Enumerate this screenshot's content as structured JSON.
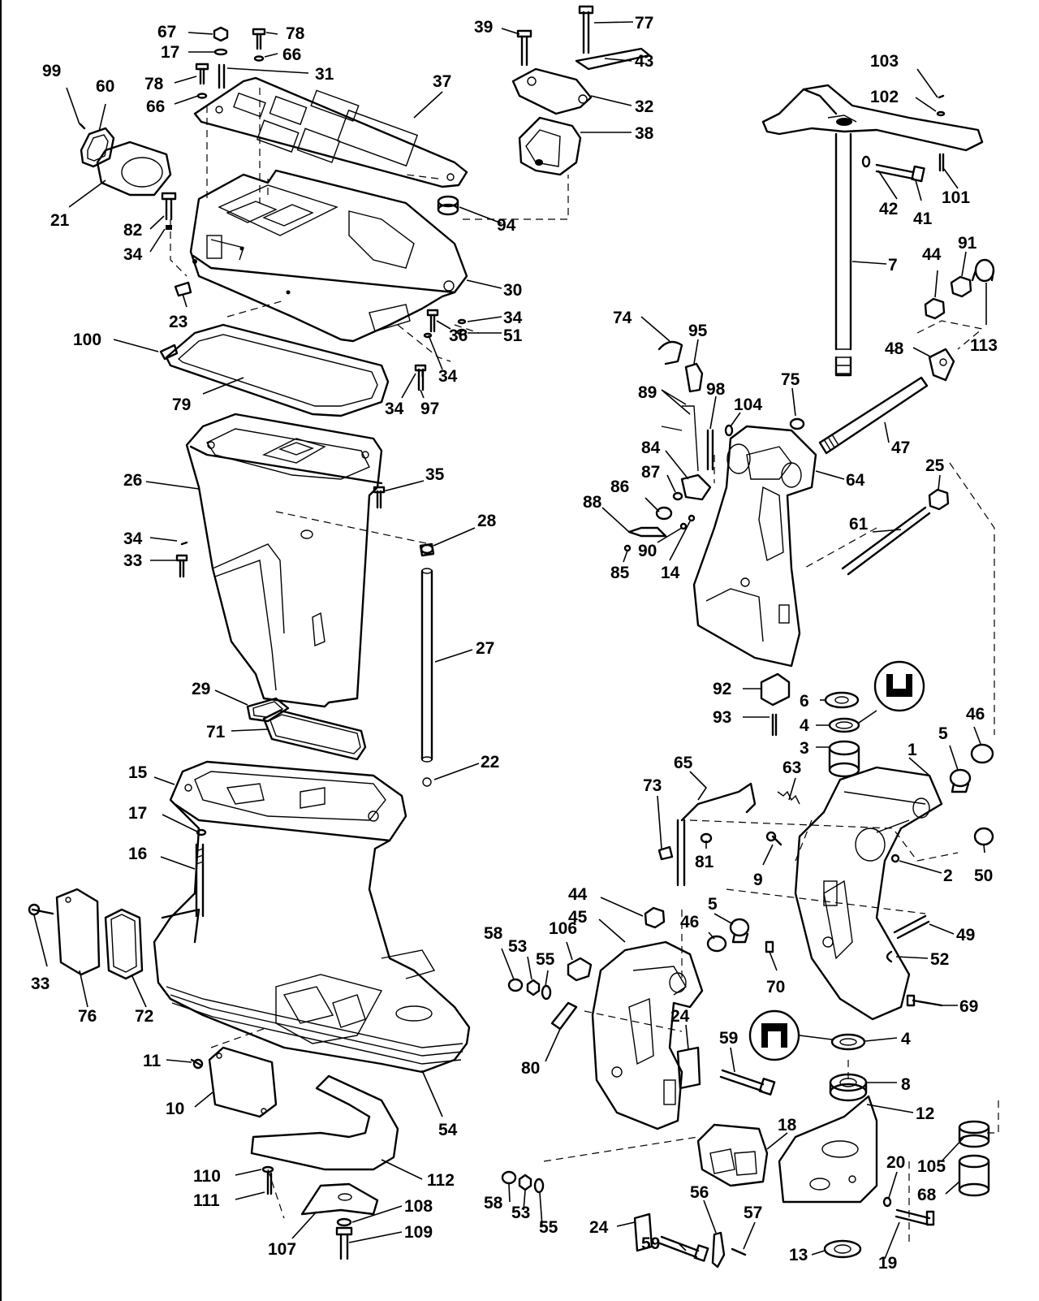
{
  "diagram": {
    "labels": [
      {
        "key": "l67",
        "text": "67"
      },
      {
        "key": "l78a",
        "text": "78"
      },
      {
        "key": "l17a",
        "text": "17"
      },
      {
        "key": "l66a",
        "text": "66"
      },
      {
        "key": "l31",
        "text": "31"
      },
      {
        "key": "l78b",
        "text": "78"
      },
      {
        "key": "l66b",
        "text": "66"
      },
      {
        "key": "l99",
        "text": "99"
      },
      {
        "key": "l60",
        "text": "60"
      },
      {
        "key": "l21",
        "text": "21"
      },
      {
        "key": "l37",
        "text": "37"
      },
      {
        "key": "l39",
        "text": "39"
      },
      {
        "key": "l77",
        "text": "77"
      },
      {
        "key": "l43",
        "text": "43"
      },
      {
        "key": "l32",
        "text": "32"
      },
      {
        "key": "l38",
        "text": "38"
      },
      {
        "key": "l103",
        "text": "103"
      },
      {
        "key": "l102",
        "text": "102"
      },
      {
        "key": "l101",
        "text": "101"
      },
      {
        "key": "l42",
        "text": "42"
      },
      {
        "key": "l41",
        "text": "41"
      },
      {
        "key": "l7",
        "text": "7"
      },
      {
        "key": "l44a",
        "text": "44"
      },
      {
        "key": "l91",
        "text": "91"
      },
      {
        "key": "l113",
        "text": "113"
      },
      {
        "key": "l48",
        "text": "48"
      },
      {
        "key": "l82",
        "text": "82"
      },
      {
        "key": "l34a",
        "text": "34"
      },
      {
        "key": "l94",
        "text": "94"
      },
      {
        "key": "l30",
        "text": "30"
      },
      {
        "key": "l23",
        "text": "23"
      },
      {
        "key": "l34b",
        "text": "34"
      },
      {
        "key": "l51",
        "text": "51"
      },
      {
        "key": "l36",
        "text": "36"
      },
      {
        "key": "l100",
        "text": "100"
      },
      {
        "key": "l34c",
        "text": "34"
      },
      {
        "key": "l79",
        "text": "79"
      },
      {
        "key": "l34d",
        "text": "34"
      },
      {
        "key": "l97",
        "text": "97"
      },
      {
        "key": "l74",
        "text": "74"
      },
      {
        "key": "l95",
        "text": "95"
      },
      {
        "key": "l89",
        "text": "89"
      },
      {
        "key": "l98",
        "text": "98"
      },
      {
        "key": "l104",
        "text": "104"
      },
      {
        "key": "l75",
        "text": "75"
      },
      {
        "key": "l47",
        "text": "47"
      },
      {
        "key": "l84",
        "text": "84"
      },
      {
        "key": "l87",
        "text": "87"
      },
      {
        "key": "l86",
        "text": "86"
      },
      {
        "key": "l88",
        "text": "88"
      },
      {
        "key": "l64",
        "text": "64"
      },
      {
        "key": "l25",
        "text": "25"
      },
      {
        "key": "l61",
        "text": "61"
      },
      {
        "key": "l90",
        "text": "90"
      },
      {
        "key": "l14",
        "text": "14"
      },
      {
        "key": "l85",
        "text": "85"
      },
      {
        "key": "l26",
        "text": "26"
      },
      {
        "key": "l35",
        "text": "35"
      },
      {
        "key": "l28",
        "text": "28"
      },
      {
        "key": "l34e",
        "text": "34"
      },
      {
        "key": "l33a",
        "text": "33"
      },
      {
        "key": "l27",
        "text": "27"
      },
      {
        "key": "l29",
        "text": "29"
      },
      {
        "key": "l71",
        "text": "71"
      },
      {
        "key": "l22",
        "text": "22"
      },
      {
        "key": "l92",
        "text": "92"
      },
      {
        "key": "l6",
        "text": "6"
      },
      {
        "key": "l4a",
        "text": "4"
      },
      {
        "key": "l93",
        "text": "93"
      },
      {
        "key": "l3",
        "text": "3"
      },
      {
        "key": "l46a",
        "text": "46"
      },
      {
        "key": "l5a",
        "text": "5"
      },
      {
        "key": "l1",
        "text": "1"
      },
      {
        "key": "l65",
        "text": "65"
      },
      {
        "key": "l63",
        "text": "63"
      },
      {
        "key": "l73",
        "text": "73"
      },
      {
        "key": "l81",
        "text": "81"
      },
      {
        "key": "l9",
        "text": "9"
      },
      {
        "key": "l2",
        "text": "2"
      },
      {
        "key": "l50",
        "text": "50"
      },
      {
        "key": "l15",
        "text": "15"
      },
      {
        "key": "l17b",
        "text": "17"
      },
      {
        "key": "l16",
        "text": "16"
      },
      {
        "key": "l33b",
        "text": "33"
      },
      {
        "key": "l76",
        "text": "76"
      },
      {
        "key": "l72",
        "text": "72"
      },
      {
        "key": "l44b",
        "text": "44"
      },
      {
        "key": "l45",
        "text": "45"
      },
      {
        "key": "l106",
        "text": "106"
      },
      {
        "key": "l58a",
        "text": "58"
      },
      {
        "key": "l53a",
        "text": "53"
      },
      {
        "key": "l55a",
        "text": "55"
      },
      {
        "key": "l5b",
        "text": "5"
      },
      {
        "key": "l46b",
        "text": "46"
      },
      {
        "key": "l70",
        "text": "70"
      },
      {
        "key": "l49",
        "text": "49"
      },
      {
        "key": "l52",
        "text": "52"
      },
      {
        "key": "l69",
        "text": "69"
      },
      {
        "key": "l24a",
        "text": "24"
      },
      {
        "key": "l59a",
        "text": "59"
      },
      {
        "key": "l4b",
        "text": "4"
      },
      {
        "key": "l8",
        "text": "8"
      },
      {
        "key": "l80",
        "text": "80"
      },
      {
        "key": "l11",
        "text": "11"
      },
      {
        "key": "l10",
        "text": "10"
      },
      {
        "key": "l54",
        "text": "54"
      },
      {
        "key": "l12",
        "text": "12"
      },
      {
        "key": "l18",
        "text": "18"
      },
      {
        "key": "l105",
        "text": "105"
      },
      {
        "key": "l20",
        "text": "20"
      },
      {
        "key": "l68",
        "text": "68"
      },
      {
        "key": "l110",
        "text": "110"
      },
      {
        "key": "l111",
        "text": "111"
      },
      {
        "key": "l112",
        "text": "112"
      },
      {
        "key": "l58b",
        "text": "58"
      },
      {
        "key": "l53b",
        "text": "53"
      },
      {
        "key": "l55b",
        "text": "55"
      },
      {
        "key": "l56",
        "text": "56"
      },
      {
        "key": "l57",
        "text": "57"
      },
      {
        "key": "l108",
        "text": "108"
      },
      {
        "key": "l109",
        "text": "109"
      },
      {
        "key": "l24b",
        "text": "24"
      },
      {
        "key": "l59b",
        "text": "59"
      },
      {
        "key": "l13",
        "text": "13"
      },
      {
        "key": "l19",
        "text": "19"
      },
      {
        "key": "l107",
        "text": "107"
      }
    ]
  }
}
